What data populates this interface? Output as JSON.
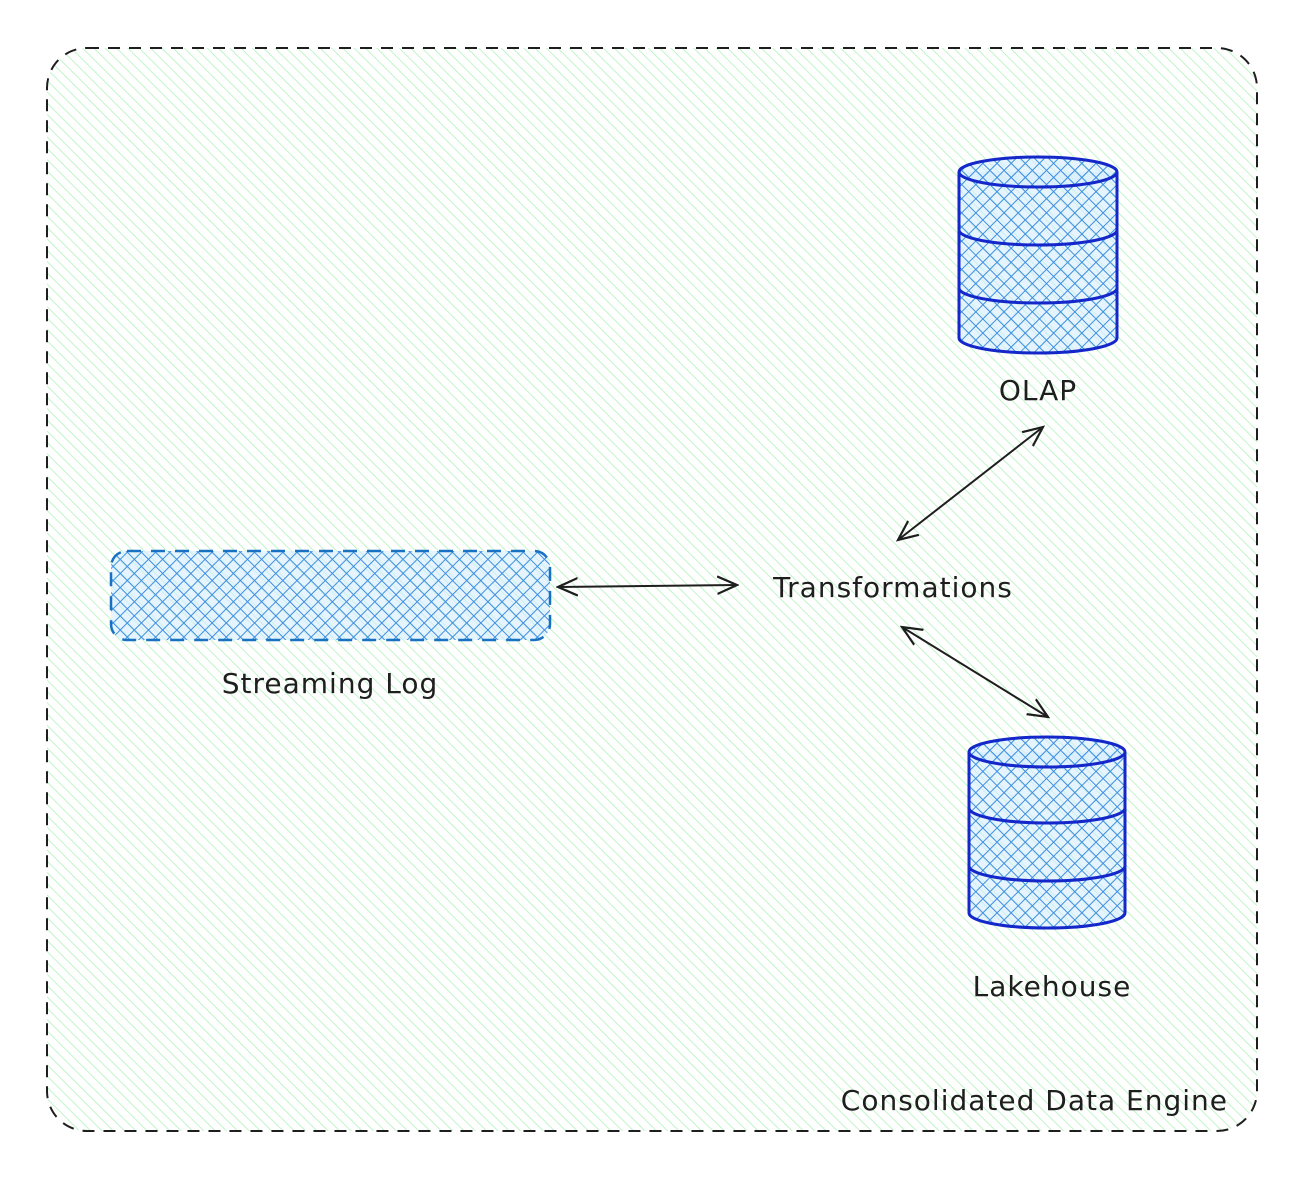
{
  "container": {
    "label": "Consolidated Data Engine",
    "fill_color": "#b2f2bb",
    "stroke_color": "#1e1e1e"
  },
  "nodes": {
    "streaming_log": {
      "label": "Streaming Log",
      "fill_color": "#4a9fe8",
      "stroke_color": "#1971c2"
    },
    "transformations": {
      "label": "Transformations"
    },
    "olap": {
      "label": "OLAP",
      "fill_color": "#4a9fe8",
      "stroke_color": "#1427c9"
    },
    "lakehouse": {
      "label": "Lakehouse",
      "fill_color": "#4a9fe8",
      "stroke_color": "#1427c9"
    }
  },
  "edges": [
    {
      "from": "Streaming Log",
      "to": "Transformations",
      "bidirectional": true
    },
    {
      "from": "Transformations",
      "to": "OLAP",
      "bidirectional": true
    },
    {
      "from": "Transformations",
      "to": "Lakehouse",
      "bidirectional": true
    }
  ]
}
